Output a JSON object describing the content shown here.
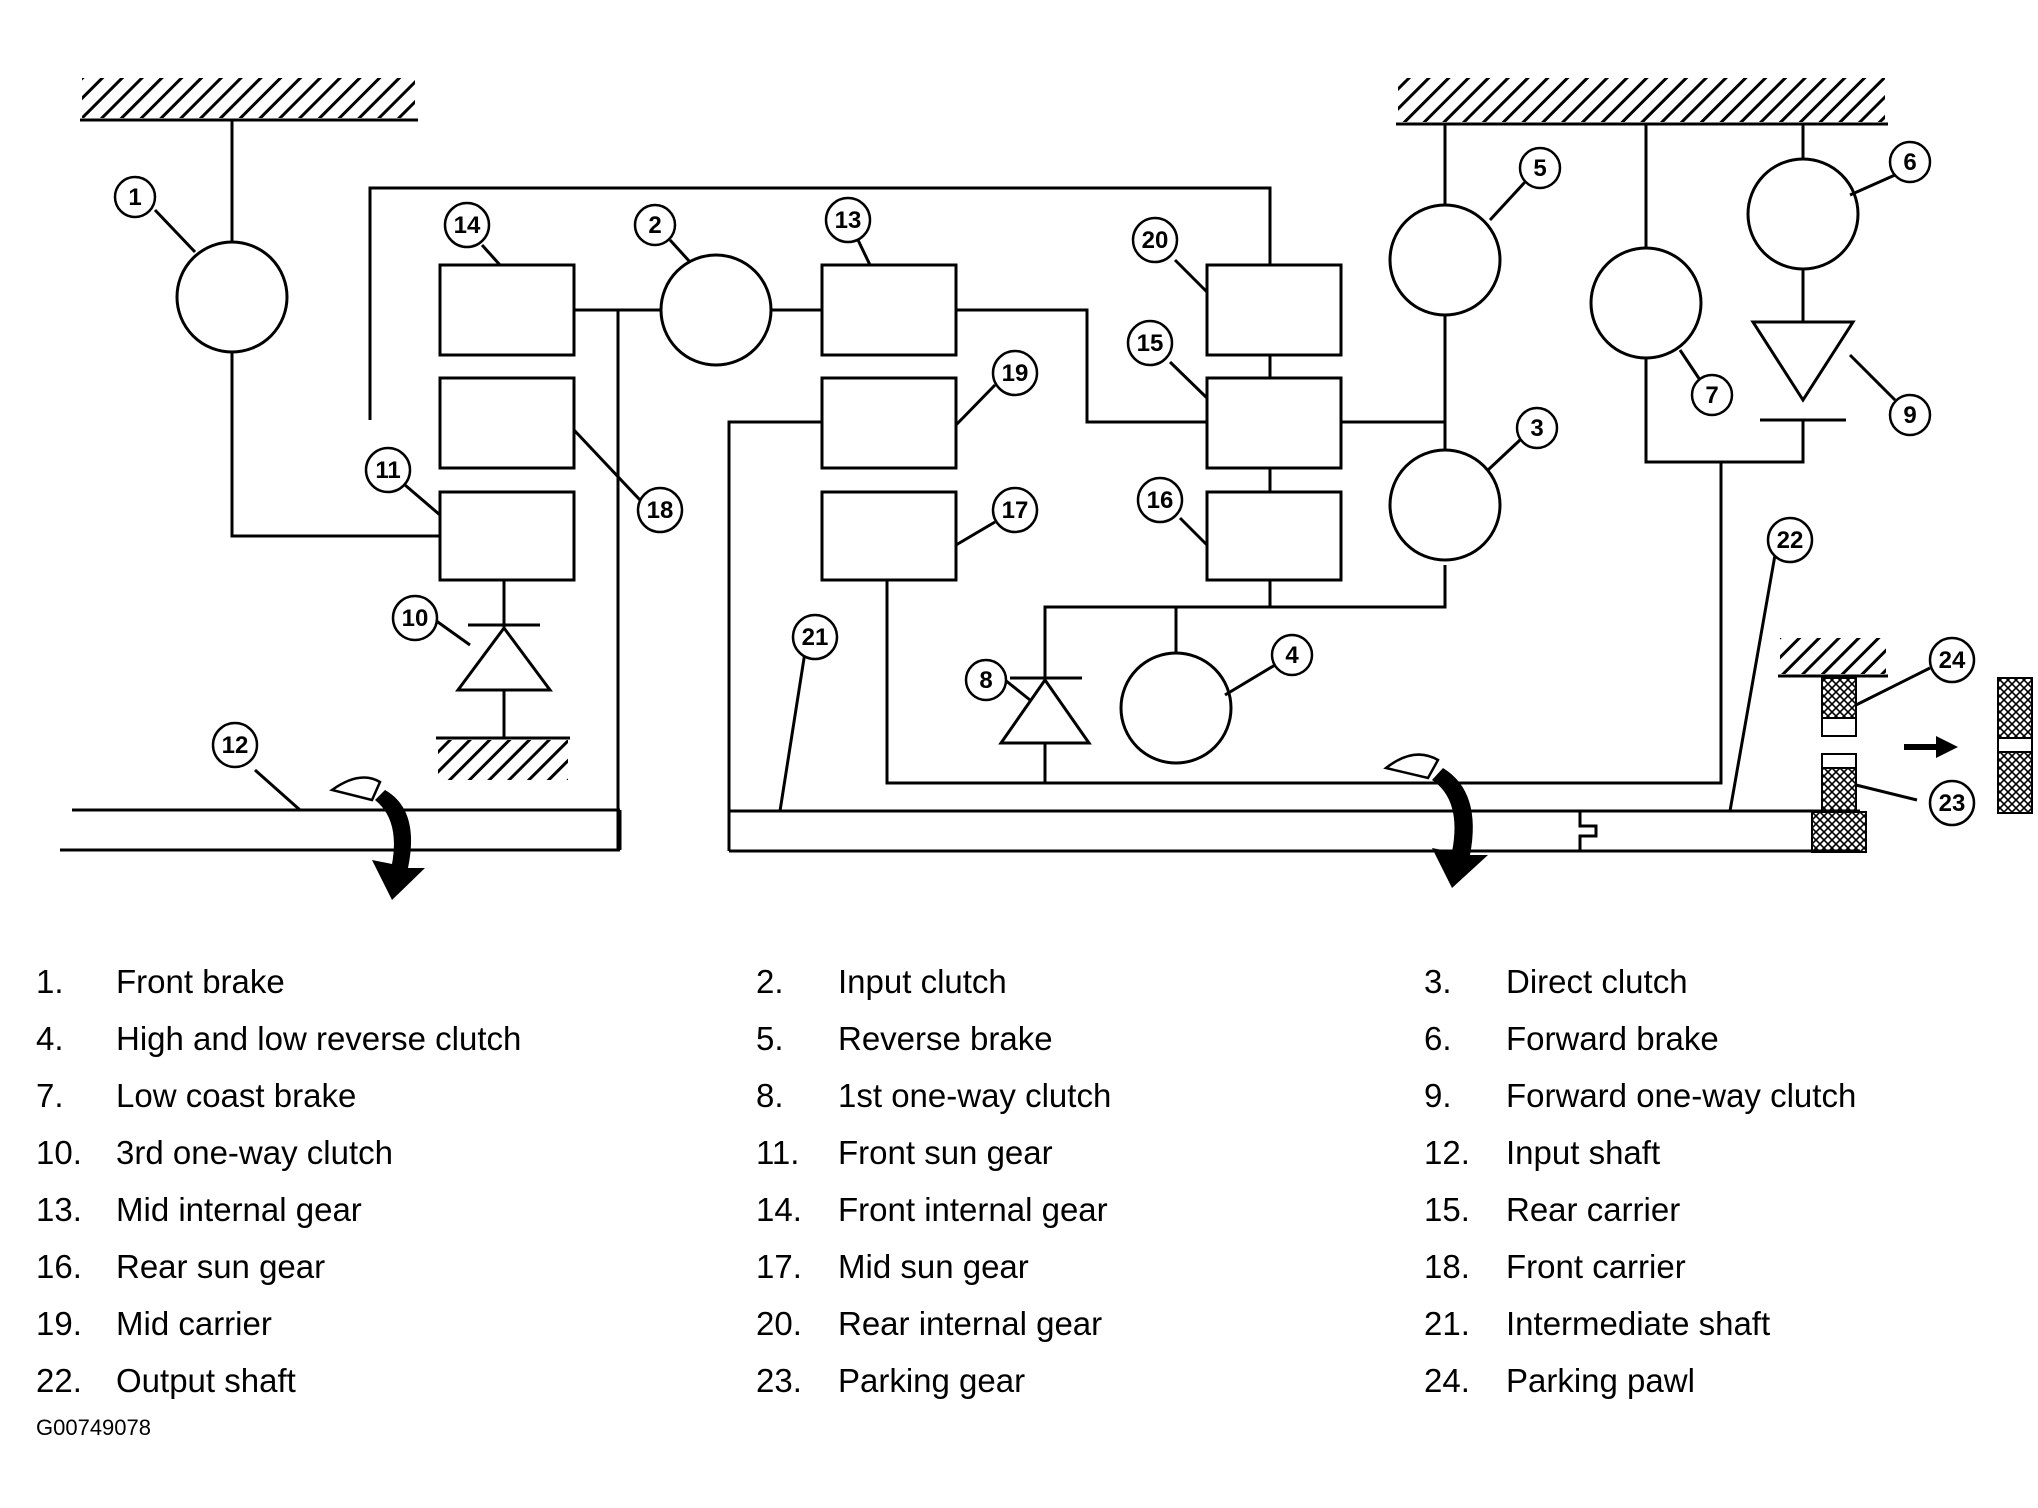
{
  "diagram": {
    "callouts": [
      "1",
      "2",
      "3",
      "4",
      "5",
      "6",
      "7",
      "8",
      "9",
      "10",
      "11",
      "12",
      "13",
      "14",
      "15",
      "16",
      "17",
      "18",
      "19",
      "20",
      "21",
      "22",
      "23",
      "24"
    ]
  },
  "legend": [
    {
      "num": "1.",
      "text": "Front brake"
    },
    {
      "num": "2.",
      "text": "Input clutch"
    },
    {
      "num": "3.",
      "text": "Direct clutch"
    },
    {
      "num": "4.",
      "text": "High and low reverse clutch"
    },
    {
      "num": "5.",
      "text": "Reverse brake"
    },
    {
      "num": "6.",
      "text": "Forward brake"
    },
    {
      "num": "7.",
      "text": "Low coast brake"
    },
    {
      "num": "8.",
      "text": "1st one-way clutch"
    },
    {
      "num": "9.",
      "text": "Forward one-way clutch"
    },
    {
      "num": "10.",
      "text": "3rd one-way clutch"
    },
    {
      "num": "11.",
      "text": "Front sun gear"
    },
    {
      "num": "12.",
      "text": "Input shaft"
    },
    {
      "num": "13.",
      "text": "Mid internal gear"
    },
    {
      "num": "14.",
      "text": "Front internal gear"
    },
    {
      "num": "15.",
      "text": "Rear carrier"
    },
    {
      "num": "16.",
      "text": "Rear sun gear"
    },
    {
      "num": "17.",
      "text": "Mid sun gear"
    },
    {
      "num": "18.",
      "text": "Front carrier"
    },
    {
      "num": "19.",
      "text": "Mid carrier"
    },
    {
      "num": "20.",
      "text": "Rear internal gear"
    },
    {
      "num": "21.",
      "text": "Intermediate shaft"
    },
    {
      "num": "22.",
      "text": "Output shaft"
    },
    {
      "num": "23.",
      "text": "Parking gear"
    },
    {
      "num": "24.",
      "text": "Parking pawl"
    }
  ],
  "figure_id": "G00749078"
}
